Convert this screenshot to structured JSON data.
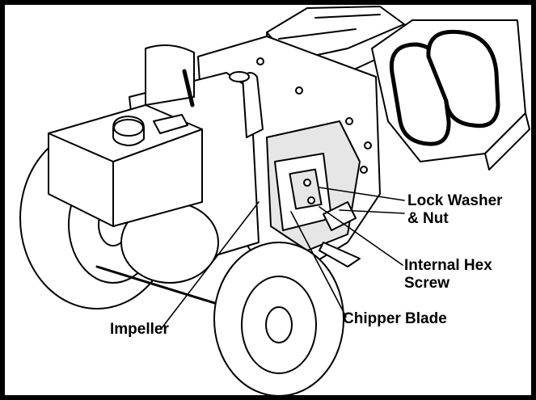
{
  "diagram": {
    "labels": {
      "lock_washer_line1": "Lock Washer",
      "lock_washer_line2": "& Nut",
      "internal_hex_line1": "Internal Hex",
      "internal_hex_line2": "Screw",
      "chipper_blade": "Chipper Blade",
      "impeller": "Impeller"
    },
    "colors": {
      "ink": "#000000",
      "paper": "#ffffff",
      "shade": "#e6e6e6"
    }
  }
}
